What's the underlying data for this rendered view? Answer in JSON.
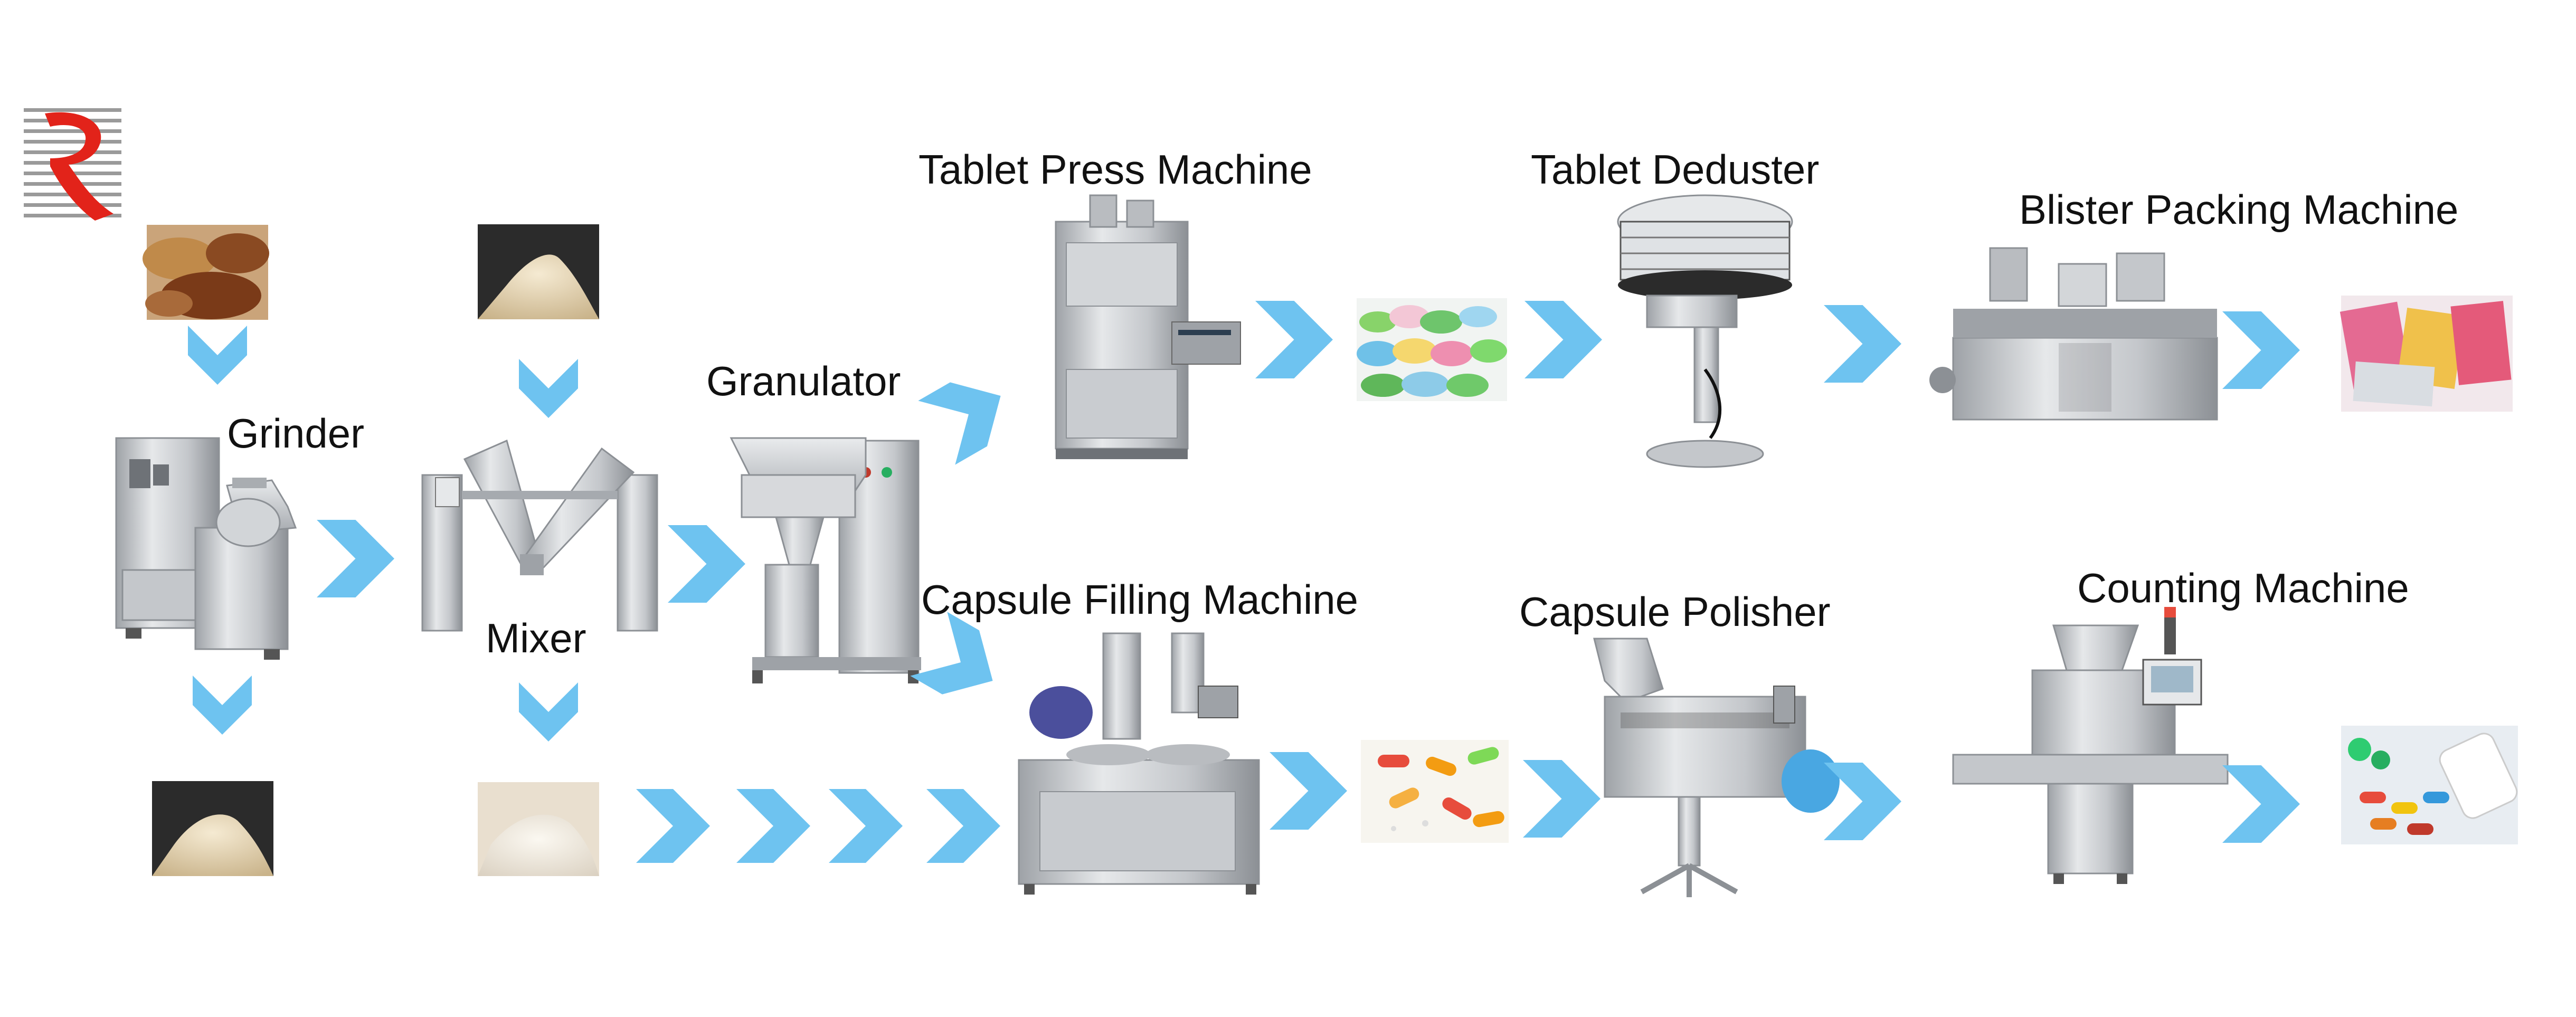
{
  "labels": {
    "grinder": "Grinder",
    "mixer": "Mixer",
    "granulator": "Granulator",
    "tablet_press": "Tablet Press Machine",
    "tablet_deduster": "Tablet Deduster",
    "blister_packing": "Blister Packing Machine",
    "capsule_filling": "Capsule Filling Machine",
    "capsule_polisher": "Capsule Polisher",
    "counting": "Counting Machine"
  },
  "colors": {
    "arrow": "#6ec3f0",
    "steel_light": "#e2e4e6",
    "steel_mid": "#b9bcc0",
    "steel_dark": "#7d8186",
    "logo_red": "#e2231a",
    "logo_gray": "#9a9a9a",
    "powder_light": "#e6d7b5",
    "powder_dark": "#2b2b2b",
    "spice_brown": "#9a5a2a"
  },
  "icons": {
    "logo": "company-logo-icon",
    "arrow": "chevron-arrow-icon"
  }
}
